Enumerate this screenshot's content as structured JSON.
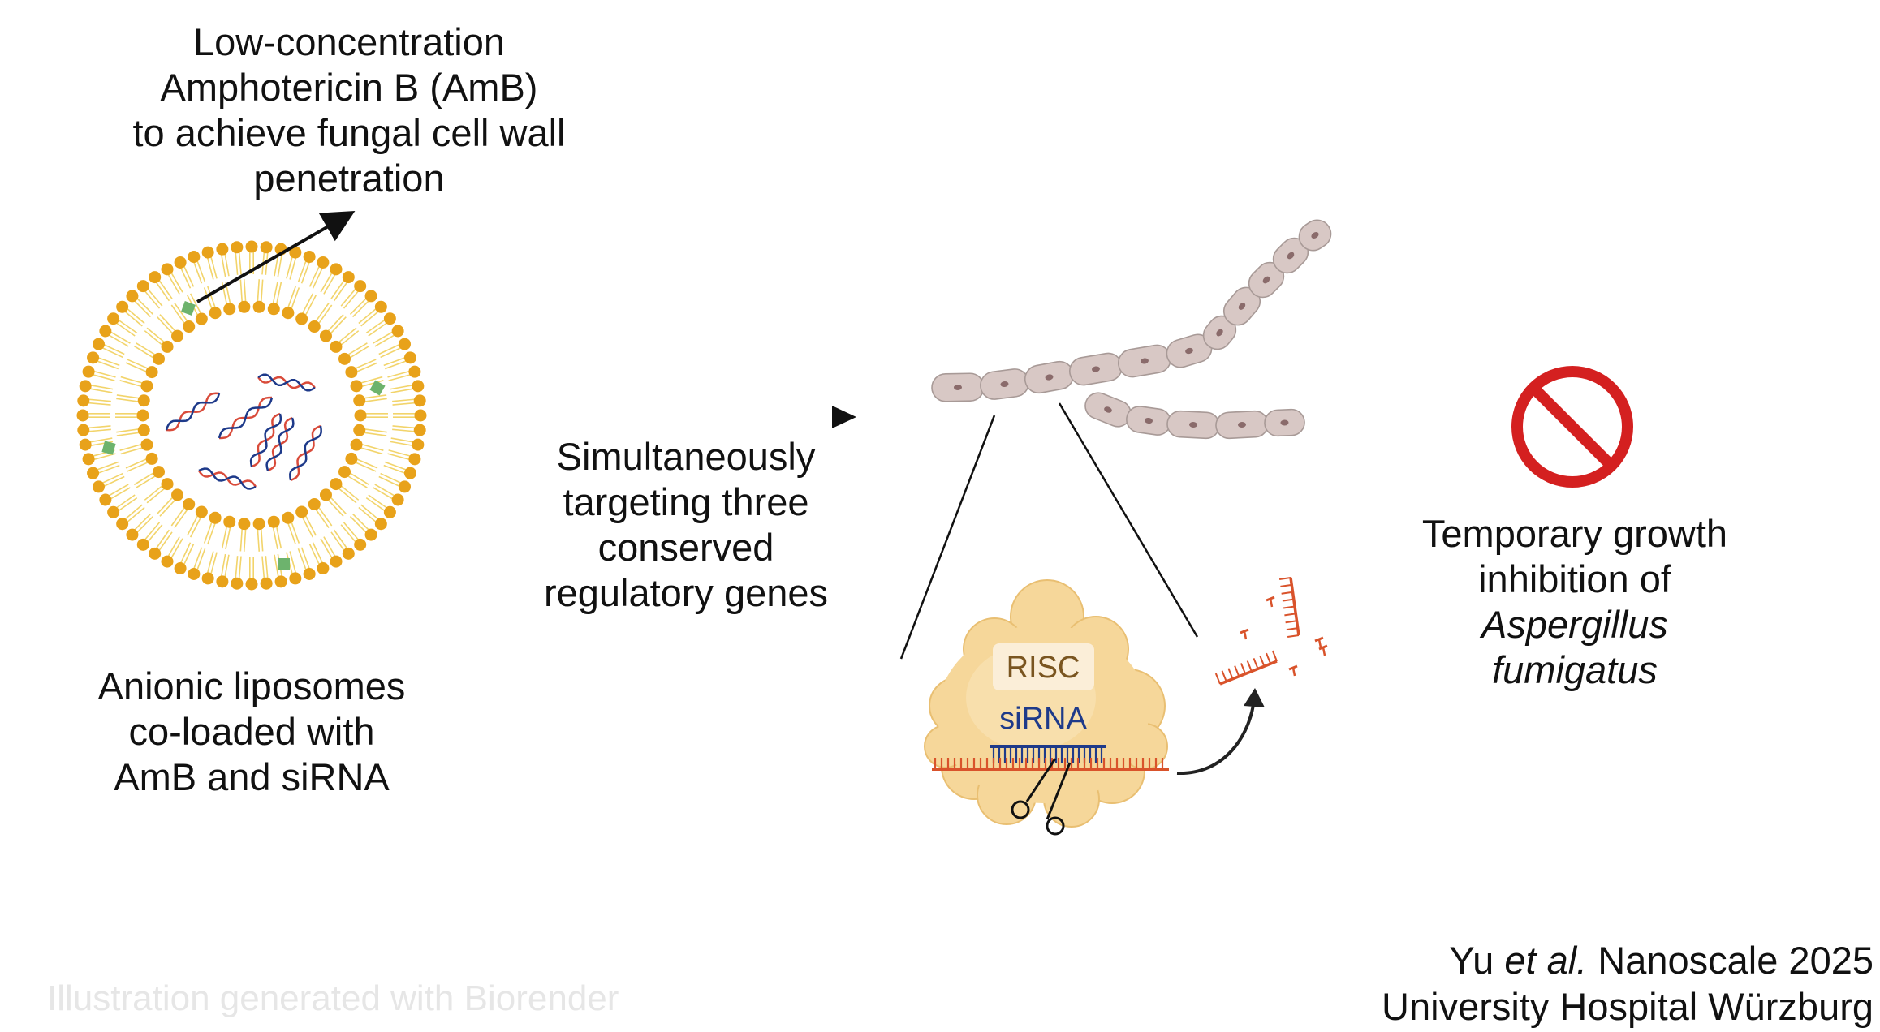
{
  "labels": {
    "amb": [
      "Low-concentration",
      "Amphotericin B (AmB)",
      "to achieve fungal cell wall",
      "penetration"
    ],
    "liposome": [
      "Anionic liposomes",
      "co-loaded with",
      "AmB and siRNA"
    ],
    "arrow": [
      "Simultaneously",
      "targeting three",
      "conserved",
      "regulatory genes"
    ],
    "result_line1": "Temporary growth",
    "result_line2": "inhibition of",
    "result_species_1": "Aspergillus",
    "result_species_2": "fumigatus",
    "risc": "RISC",
    "sirna": "siRNA"
  },
  "citation": {
    "author": "Yu",
    "etal": "et al.",
    "journal_year": "Nanoscale 2025",
    "institution": "University Hospital Würzburg"
  },
  "watermark": "Illustration generated with Biorender",
  "icons": {
    "prohibition": "prohibition-icon",
    "scissors": "scissors-icon"
  },
  "colors": {
    "lipid_head": "#e8a21a",
    "lipid_tail": "#f2d46b",
    "amb_square": "#6db36d",
    "rna_red": "#d94b3a",
    "rna_blue": "#1e3a8a",
    "hypha": "#d8c8c5",
    "risc_body": "#f6d79a",
    "mrna": "#d9532b",
    "prohibition_red": "#d42020"
  }
}
